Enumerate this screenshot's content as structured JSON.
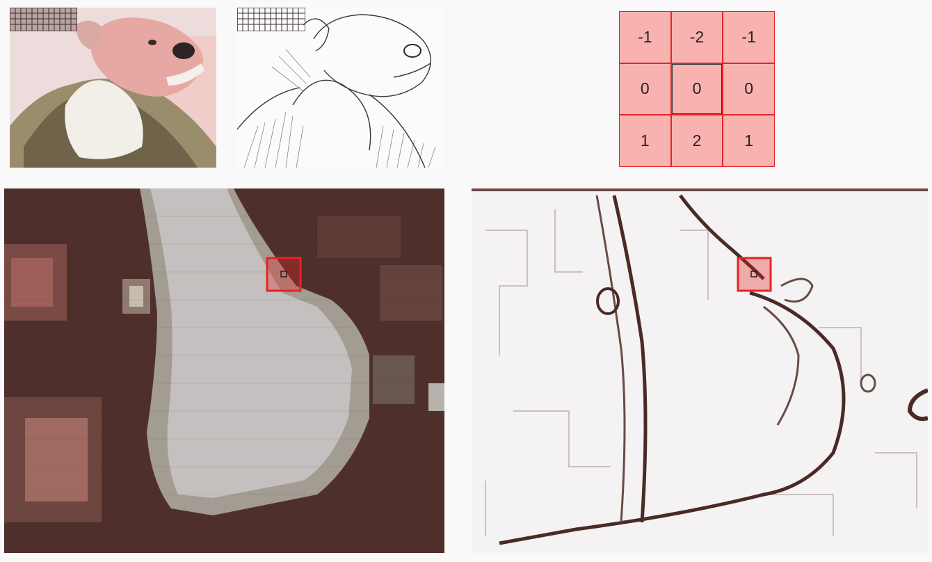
{
  "kernel": {
    "rows": [
      [
        "-1",
        "-2",
        "-1"
      ],
      [
        "0",
        "0",
        "0"
      ],
      [
        "1",
        "2",
        "1"
      ]
    ],
    "fill_color": "#f8b3b0",
    "border_color": "#e52424",
    "center_highlight_color": "#333333"
  },
  "panels": {
    "original_thumb": {
      "content": "pink-tinted dog illustration"
    },
    "edge_thumb": {
      "content": "sketch-like edge-detected dog"
    },
    "zoom_original": {
      "content": "zoomed pixel view of original image"
    },
    "zoom_edge": {
      "content": "zoomed pixel view of edge output"
    }
  },
  "colors": {
    "highlight": "#e52424",
    "dark_pixel": "#4f2f2c",
    "light_pixel": "#c4c0c0",
    "edge_line": "#4a2a26"
  }
}
